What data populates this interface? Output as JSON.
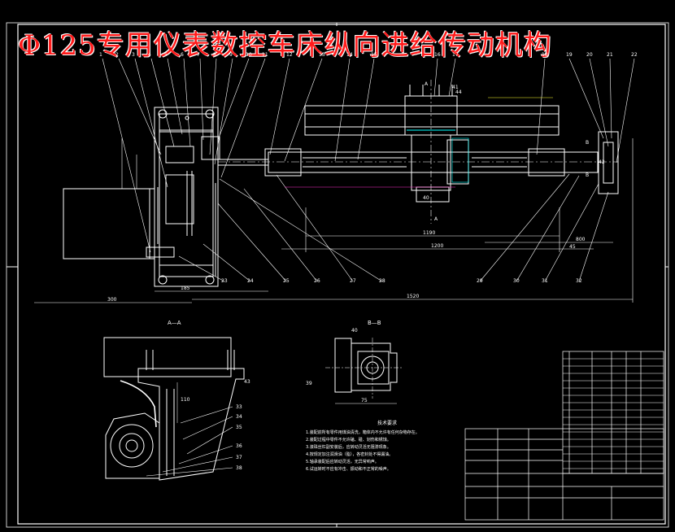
{
  "drawing": {
    "title": "Φ125专用仪表数控车床纵向进给传动机构",
    "colors": {
      "background": "#000000",
      "lines": "#ffffff",
      "title": "#ff1a1a",
      "cyan": "#00ffff",
      "magenta": "#ff33cc",
      "yellow": "#ffff33"
    },
    "section_labels": {
      "aa": "A—A",
      "bb": "B—B",
      "mark_a": "A",
      "mark_b": "B"
    },
    "dimensions": {
      "d1": "1190",
      "d2": "1200",
      "d3": "800",
      "d4": "300",
      "d5": "185",
      "d6": "1520",
      "d7": "75",
      "d8": "40",
      "d9": "110"
    },
    "balloons": [
      "1",
      "2",
      "3",
      "4",
      "5",
      "6",
      "7",
      "8",
      "9",
      "10",
      "11",
      "12",
      "13",
      "14",
      "15",
      "16",
      "17",
      "18",
      "19",
      "20",
      "21",
      "22",
      "23",
      "24",
      "25",
      "26",
      "27",
      "28",
      "29",
      "30",
      "31",
      "32",
      "33",
      "34",
      "35",
      "36",
      "37",
      "38",
      "39",
      "40",
      "41",
      "42",
      "43",
      "44",
      "45"
    ],
    "notes_title": "技术要求",
    "notes": [
      "1.装配前所有零件用煤油清洗，箱体内不允许有任何杂物存在。",
      "2.装配过程中零件不允许磕、碰、划伤和锈蚀。",
      "3.滚珠丝杠副安装后，应转动灵活无阻滞现象。",
      "4.按规定加注润滑油（脂），各密封处不得漏油。",
      "5.轴承装配后应转动灵活，无异常响声。",
      "6.试运转时不应有冲击、振动和不正常的噪声。"
    ]
  }
}
